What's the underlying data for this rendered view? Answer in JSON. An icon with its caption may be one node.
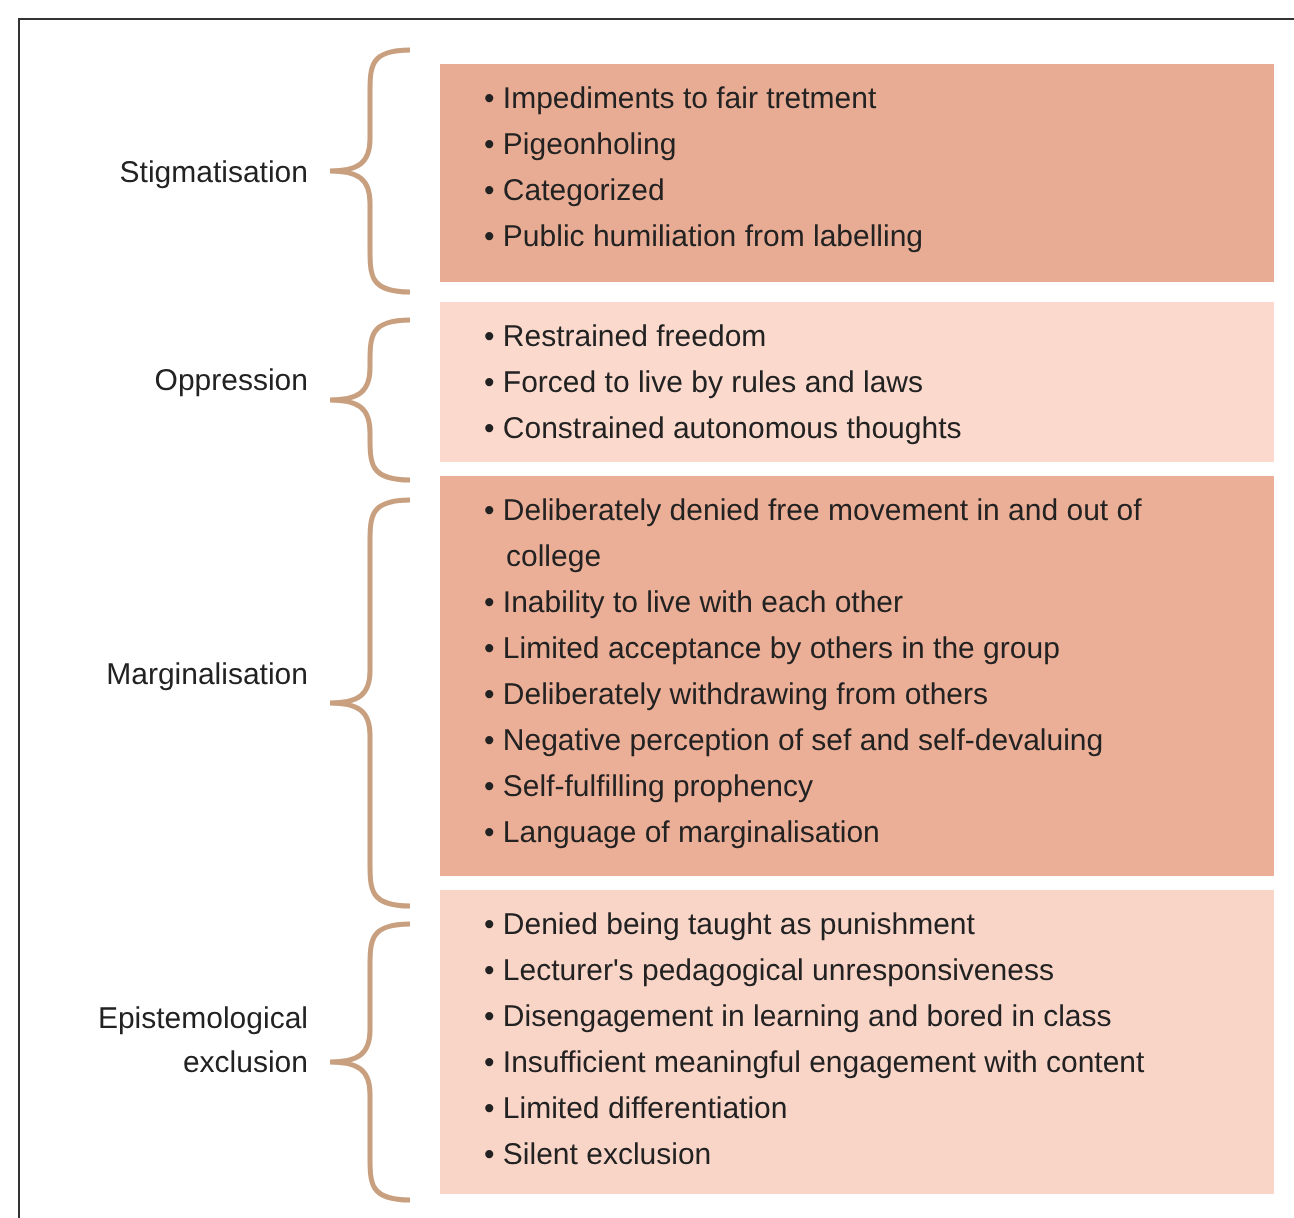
{
  "diagram": {
    "nodes": [
      {
        "text": [
          "• Impediments to fair tretment",
          "• Pigeonholing",
          "• Categorized",
          "• Public humiliation from labelling"
        ]
      },
      {
        "text": [
          "• Restrained freedom",
          "• Forced to live by rules and laws",
          "• Constrained autonomous thoughts"
        ]
      },
      {
        "text": [
          "• Deliberately denied free movement in and out of college",
          "• Inability to live with each other",
          "• Limited acceptance by others in the group",
          "• Deliberately withdrawing from others",
          "• Negative perception of sef and self-devaluing",
          "• Self-fulfilling prophency",
          "• Language of marginalisation"
        ]
      },
      {
        "text": [
          "• Denied being taught as punishment",
          "• Lecturer's pedagogical unresponsiveness",
          "• Disengagement in learning and bored in class",
          "• Insufficient meaningful engagement with content",
          "• Limited differentiation",
          "• Silent exclusion"
        ]
      }
    ],
    "labels": [
      "Stigmatisation",
      "Oppression",
      "Marginalisation",
      "Epistemological exclusion"
    ]
  }
}
